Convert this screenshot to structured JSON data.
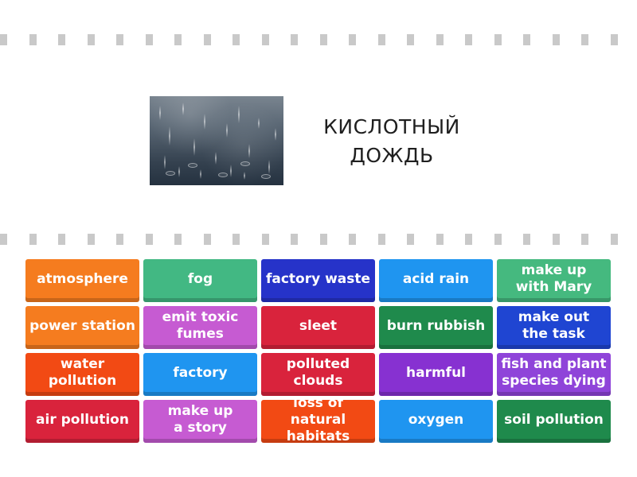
{
  "prompt": {
    "title_lines": [
      "КИСЛОТНЫЙ",
      "ДОЖДЬ"
    ]
  },
  "answers": [
    {
      "label": "atmosphere",
      "color": "#f57c1f"
    },
    {
      "label": "fog",
      "color": "#42b883"
    },
    {
      "label": "factory waste",
      "color": "#2633c9"
    },
    {
      "label": "acid rain",
      "color": "#1f95f0"
    },
    {
      "label": "make up\nwith Mary",
      "color": "#45b97f"
    },
    {
      "label": "power station",
      "color": "#f57c1f"
    },
    {
      "label": "emit toxic\nfumes",
      "color": "#c65bd2"
    },
    {
      "label": "sleet",
      "color": "#d9233c"
    },
    {
      "label": "burn rubbish",
      "color": "#1f8a4c"
    },
    {
      "label": "make out\nthe task",
      "color": "#1f45d2"
    },
    {
      "label": "water\npollution",
      "color": "#f24a14"
    },
    {
      "label": "factory",
      "color": "#1f95f0"
    },
    {
      "label": "polluted\nclouds",
      "color": "#d9233c"
    },
    {
      "label": "harmful",
      "color": "#8731d1"
    },
    {
      "label": "fish and plant\nspecies dying",
      "color": "#8f44d9"
    },
    {
      "label": "air pollution",
      "color": "#d9233c"
    },
    {
      "label": "make up\na story",
      "color": "#c65bd2"
    },
    {
      "label": "loss of natural\nhabitats",
      "color": "#f24a14"
    },
    {
      "label": "oxygen",
      "color": "#1f95f0"
    },
    {
      "label": "soil pollution",
      "color": "#1f8a4c"
    }
  ],
  "ui": {
    "separator_color": "#c9c9c9"
  }
}
